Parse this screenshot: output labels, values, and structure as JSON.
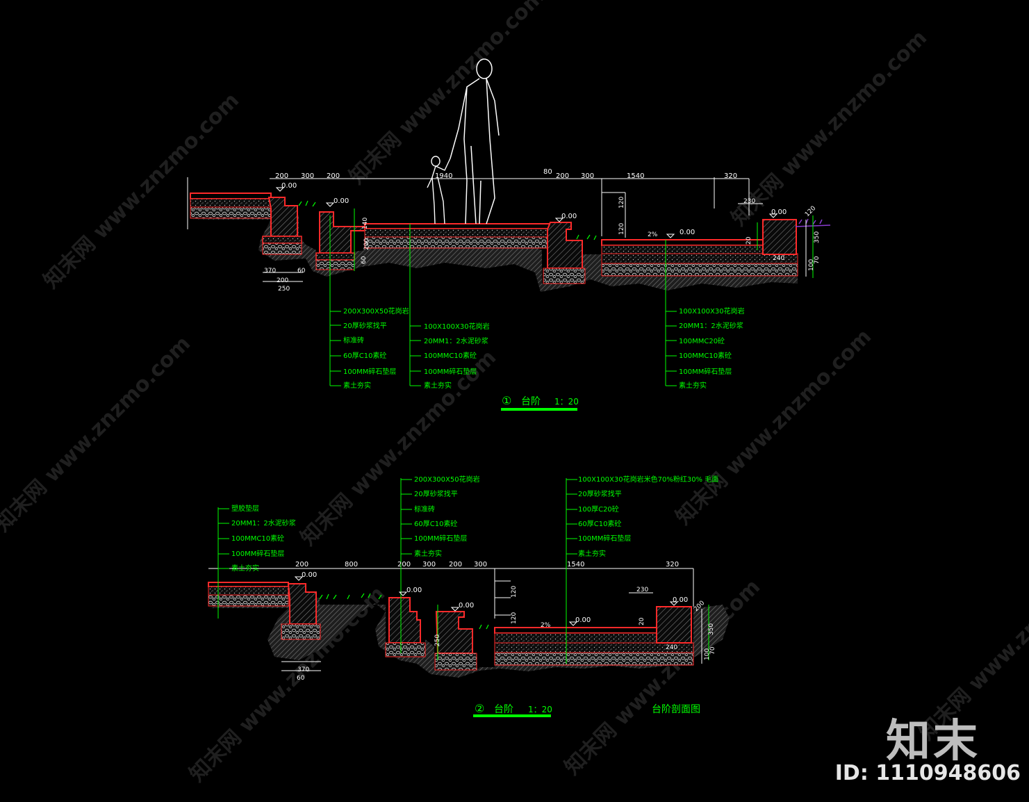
{
  "colors": {
    "background": "#000000",
    "structure": "#ff2a2a",
    "annotation": "#00ff00",
    "text": "#ffffff",
    "hatch": "#8a8a8a",
    "gray": "#9a9a9a"
  },
  "watermark": {
    "text": "知末网 www.znzmo.com"
  },
  "brand": {
    "logo": "知末",
    "id": "ID: 1110948606"
  },
  "sheet_title": "台阶剖面图",
  "section1": {
    "title_num": "①",
    "title": "台阶",
    "scale": "1：20",
    "dims_top": [
      "200",
      "300",
      "200",
      "1940",
      "80",
      "200",
      "300",
      "1540",
      "320"
    ],
    "dims_other": [
      "230",
      "120",
      "120",
      "20",
      "240",
      "100",
      "70",
      "350",
      "120",
      "140",
      "200",
      "60",
      "200",
      "250",
      "370",
      "60",
      "2%"
    ],
    "levels": [
      "0.00",
      "0.00",
      "0.00",
      "0.00",
      "0.00"
    ],
    "notes_left": [
      "200X300X50花岗岩",
      "20厚砂浆找平",
      "标准砖",
      "60厚C10素砼",
      "100MM碎石垫层",
      "素土夯实"
    ],
    "notes_mid": [
      "100X100X30花岗岩",
      "20MM1：2水泥砂浆",
      "100MMC10素砼",
      "100MM碎石垫层",
      "素土夯实"
    ],
    "notes_right": [
      "100X100X30花岗岩",
      "20MM1：2水泥砂浆",
      "100MMC20砼",
      "100MMC10素砼",
      "100MM碎石垫层",
      "素土夯实"
    ]
  },
  "section2": {
    "title_num": "②",
    "title": "台阶",
    "scale": "1：20",
    "dims_top": [
      "200",
      "800",
      "200",
      "300",
      "200",
      "300",
      "1540",
      "320"
    ],
    "dims_other": [
      "230",
      "120",
      "120",
      "20",
      "240",
      "100",
      "70",
      "350",
      "200",
      "250",
      "370",
      "60",
      "2%"
    ],
    "levels": [
      "0.00",
      "0.00",
      "0.00",
      "0.00",
      "0.00"
    ],
    "notes_left": [
      "塑胶垫层",
      "20MM1：2水泥砂浆",
      "100MMC10素砼",
      "100MM碎石垫层",
      "素土夯实"
    ],
    "notes_mid": [
      "200X300X50花岗岩",
      "20厚砂浆找平",
      "标准砖",
      "60厚C10素砼",
      "100MM碎石垫层",
      "素土夯实"
    ],
    "notes_right": [
      "100X100X30花岗岩米色70%粉红30%  毛面",
      "20厚砂浆找平",
      "100厚C20砼",
      "60厚C10素砼",
      "100MM碎石垫层",
      "素土夯实"
    ]
  }
}
